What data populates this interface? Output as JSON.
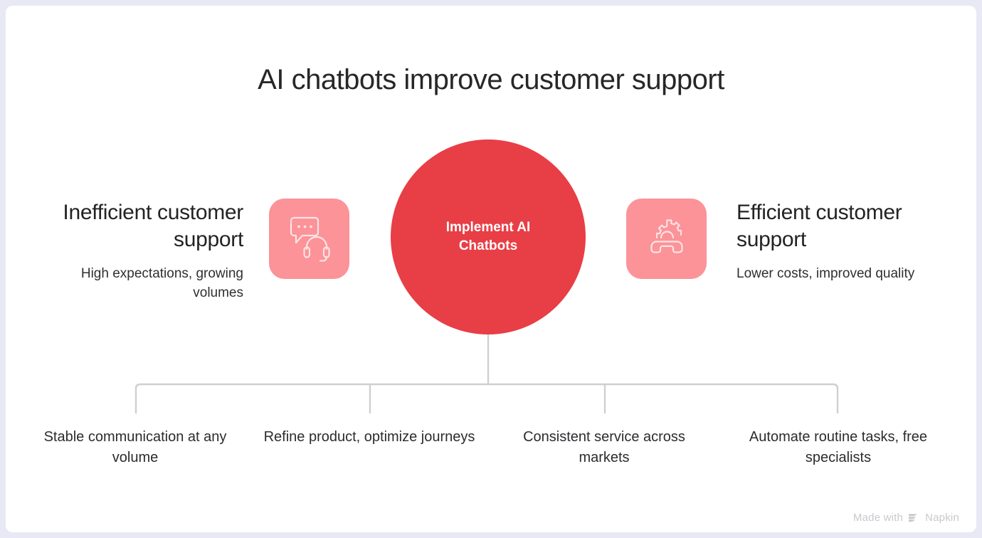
{
  "diagram": {
    "title": "AI chatbots improve customer support",
    "central_node": {
      "label": "Implement AI Chatbots",
      "color": "#e83e46",
      "text_color": "#ffffff"
    },
    "left_branch": {
      "heading": "Inefficient customer support",
      "subtext": "High expectations, growing volumes",
      "icon": "chat-headset-icon",
      "icon_tile_color": "#fb9399"
    },
    "right_branch": {
      "heading": "Efficient customer support",
      "subtext": "Lower costs, improved quality",
      "icon": "gear-phone-icon",
      "icon_tile_color": "#fb9399"
    },
    "leaves": [
      {
        "label": "Stable communication at any volume"
      },
      {
        "label": "Refine product, optimize journeys"
      },
      {
        "label": "Consistent service across markets"
      },
      {
        "label": "Automate routine tasks, free specialists"
      }
    ],
    "connector_color": "#cfcfd4",
    "background": "#ffffff",
    "frame_color": "#e9e9f5"
  },
  "watermark": {
    "prefix": "Made with",
    "brand": "Napkin",
    "logo_icon": "napkin-logo-icon",
    "color": "#c9c9cf"
  }
}
